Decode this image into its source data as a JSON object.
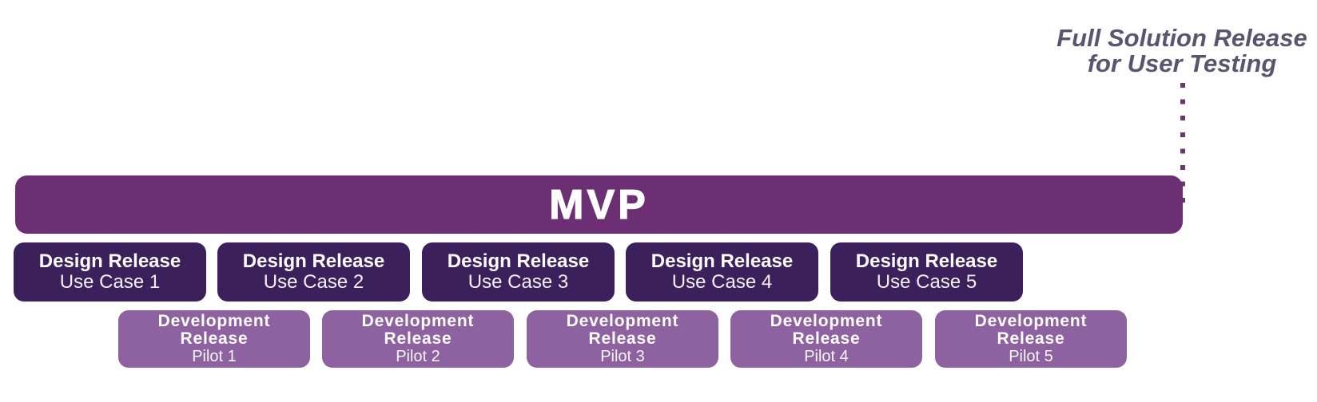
{
  "annotation": {
    "line1": "Full Solution Release",
    "line2": "for User Testing"
  },
  "mvp": {
    "label": "MVP"
  },
  "design_releases": [
    {
      "title": "Design Release",
      "subtitle": "Use Case 1"
    },
    {
      "title": "Design Release",
      "subtitle": "Use Case 2"
    },
    {
      "title": "Design Release",
      "subtitle": "Use Case 3"
    },
    {
      "title": "Design Release",
      "subtitle": "Use Case 4"
    },
    {
      "title": "Design Release",
      "subtitle": "Use Case 5"
    }
  ],
  "development_releases": [
    {
      "title_line1": "Development",
      "title_line2": "Release",
      "subtitle": "Pilot 1"
    },
    {
      "title_line1": "Development",
      "title_line2": "Release",
      "subtitle": "Pilot 2"
    },
    {
      "title_line1": "Development",
      "title_line2": "Release",
      "subtitle": "Pilot 3"
    },
    {
      "title_line1": "Development",
      "title_line2": "Release",
      "subtitle": "Pilot 4"
    },
    {
      "title_line1": "Development",
      "title_line2": "Release",
      "subtitle": "Pilot 5"
    }
  ],
  "colors": {
    "mvp_bar": "#6c2f73",
    "design_box": "#3b205c",
    "development_box": "#8e62a1",
    "annotation_text": "#5a5470",
    "dotted_line": "#6a3a6f",
    "box_text": "#ffffff"
  }
}
